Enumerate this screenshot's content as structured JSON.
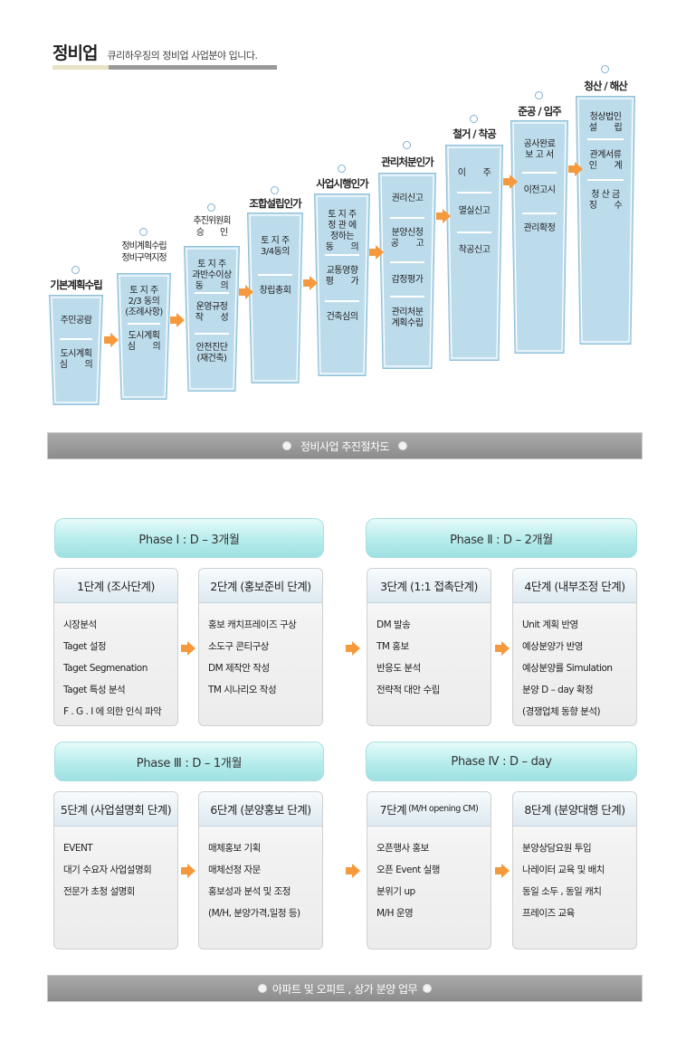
{
  "header": {
    "title": "정비업",
    "subtitle": "큐리하우징의 정비업 사업분야 입니다."
  },
  "process": {
    "columns": [
      {
        "title": [
          "기본계획수립"
        ],
        "items": [
          [
            "주민공람"
          ],
          [
            "도시계획",
            "심　　의"
          ]
        ]
      },
      {
        "title": [
          "정비계획수립",
          "정비구역지정"
        ],
        "items": [
          [
            "토 지 주",
            "2/3 동의",
            "(조례사항)"
          ],
          [
            "도시계획",
            "심　　의"
          ]
        ]
      },
      {
        "title": [
          "추진위원회",
          "승　　인"
        ],
        "items": [
          [
            "토 지 주",
            "과반수이상",
            "동　　의"
          ],
          [
            "운영규정",
            "작　　성"
          ],
          [
            "안전진단",
            "(재건축)"
          ]
        ]
      },
      {
        "title": [
          "조합설립인가"
        ],
        "items": [
          [
            "토 지 주",
            "3/4동의"
          ],
          [
            "창립총회"
          ]
        ]
      },
      {
        "title": [
          "사업시행인가"
        ],
        "items": [
          [
            "토 지 주",
            "정 관 에",
            "정하는",
            "동　　의"
          ],
          [
            "교통영향",
            "평　　가"
          ],
          [
            "건축심의"
          ]
        ]
      },
      {
        "title": [
          "관리처분인가"
        ],
        "items": [
          [
            "권리신고"
          ],
          [
            "분양신청",
            "공　　고"
          ],
          [
            "감정평가"
          ],
          [
            "관리처분",
            "계획수립"
          ]
        ]
      },
      {
        "title": [
          "철거 / 착공"
        ],
        "items": [
          [
            "이　　주"
          ],
          [
            "멸실신고"
          ],
          [
            "착공신고"
          ]
        ]
      },
      {
        "title": [
          "준공 / 입주"
        ],
        "items": [
          [
            "공사완료",
            "보 고 서"
          ],
          [
            "이전고시"
          ],
          [
            "관리확정"
          ]
        ]
      },
      {
        "title": [
          "청산 / 해산"
        ],
        "items": [
          [
            "청상법인",
            "설　　립"
          ],
          [
            "관계서류",
            "인　　계"
          ],
          [
            "청 산 금",
            "징　　수"
          ]
        ]
      }
    ],
    "footer_label": "정비사업 추진절차도"
  },
  "phases": [
    {
      "label": "Phase Ⅰ : D – 3개월"
    },
    {
      "label": "Phase Ⅱ : D – 2개월"
    },
    {
      "label": "Phase Ⅲ : D – 1개월"
    },
    {
      "label": "Phase Ⅳ : D – day"
    }
  ],
  "stages": [
    {
      "title": "1단계 (조사단계)",
      "items": [
        "시장분석",
        "Taget 설정",
        "Taget Segmenation",
        "Taget 특성 분석",
        "F . G . I 에 의한 인식 파악"
      ]
    },
    {
      "title": "2단계 (홍보준비 단계)",
      "items": [
        "홍보 캐치프레이즈 구상",
        "소도구 콘티구상",
        "DM 제작안 작성",
        "TM 시나리오 작성"
      ]
    },
    {
      "title": "3단계 (1:1 접촉단계)",
      "items": [
        "DM 발송",
        "TM 홍보",
        "반응도 분석",
        "전략적 대안 수립"
      ]
    },
    {
      "title": "4단계 (내부조정 단계)",
      "items": [
        "Unit 계획 반영",
        "예상분양가 반영",
        "예상분양률 Simulation",
        "분양 D – day 확정",
        "(경쟁업체 동향 분석)"
      ]
    },
    {
      "title": "5단계 (사업설명회 단계)",
      "items": [
        "EVENT",
        "대기 수요자 사업설명회",
        "전문가 초청 설명회"
      ]
    },
    {
      "title": "6단계 (분양홍보 단계)",
      "items": [
        "매체홍보 기획",
        "매체선정 자문",
        "홍보성과 분석 및 조정",
        "(M/H, 분양가격,일정 등)"
      ]
    },
    {
      "title": "7단계",
      "title_small": "(M/H opening CM)",
      "items": [
        "오픈행사 홍보",
        "오픈 Event 실행",
        "분위기 up",
        "M/H 운영"
      ]
    },
    {
      "title": "8단계 (분양대행 단계)",
      "items": [
        "분양상담요원 투입",
        "나레이터 교육 및 배치",
        "동일 소두 , 동일 캐치",
        "프레이즈 교육"
      ]
    }
  ],
  "footer": {
    "label": "아파트 및 오피트 , 상가 분양 업무"
  }
}
